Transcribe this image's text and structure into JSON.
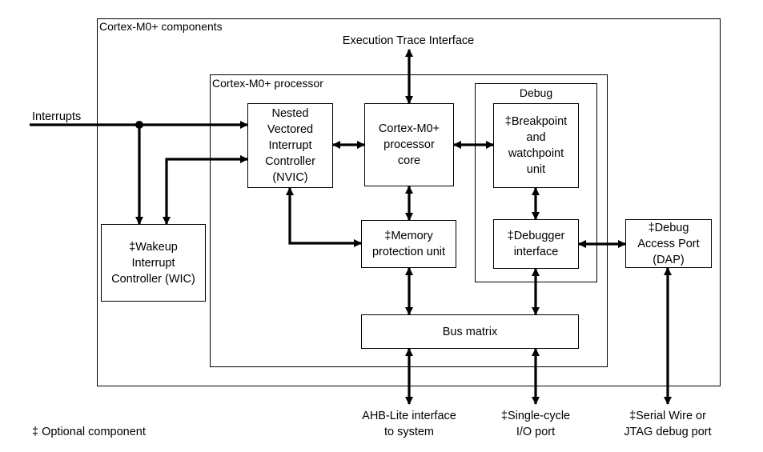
{
  "frames": {
    "components": "Cortex-M0+ components",
    "processor": "Cortex-M0+ processor",
    "debug": "Debug"
  },
  "blocks": {
    "nvic": "Nested\nVectored\nInterrupt\nController\n(NVIC)",
    "core": "Cortex-M0+\nprocessor\ncore",
    "breakpoint": "‡Breakpoint\nand\nwatchpoint\nunit",
    "wic": "‡Wakeup\nInterrupt\nController (WIC)",
    "mpu": "‡Memory\nprotection unit",
    "debugger_interface": "‡Debugger\ninterface",
    "dap": "‡Debug\nAccess Port\n(DAP)",
    "bus_matrix": "Bus matrix"
  },
  "external": {
    "interrupts": "Interrupts",
    "etm": "Execution Trace Interface",
    "ahb": "AHB-Lite interface\nto system",
    "io_port": "‡Single-cycle\nI/O port",
    "swd": "‡Serial Wire or\nJTAG debug port"
  },
  "legend": "‡ Optional component"
}
